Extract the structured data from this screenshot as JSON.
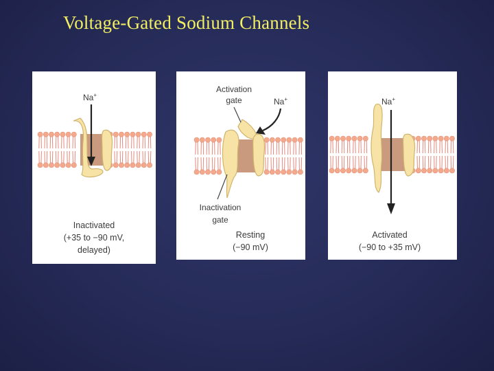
{
  "title": "Voltage-Gated Sodium Channels",
  "colors": {
    "background": "#262b58",
    "title": "#f3ef63",
    "lipid_head": "#f4a98c",
    "lipid_tail": "#e8877a",
    "channel_pore": "#c99a7e",
    "protein": "#f7e3a6",
    "protein_outline": "#cfb46c"
  },
  "ion_label": "Na",
  "ion_charge": "+",
  "panels": {
    "inactivated": {
      "state": "Inactivated",
      "range": "(+35 to −90 mV,",
      "note": "delayed)"
    },
    "resting": {
      "activation_gate_line1": "Activation",
      "activation_gate_line2": "gate",
      "inactivation_gate_line1": "Inactivation",
      "inactivation_gate_line2": "gate",
      "state": "Resting",
      "range": "(−90 mV)"
    },
    "activated": {
      "state": "Activated",
      "range": "(−90 to +35 mV)"
    }
  }
}
